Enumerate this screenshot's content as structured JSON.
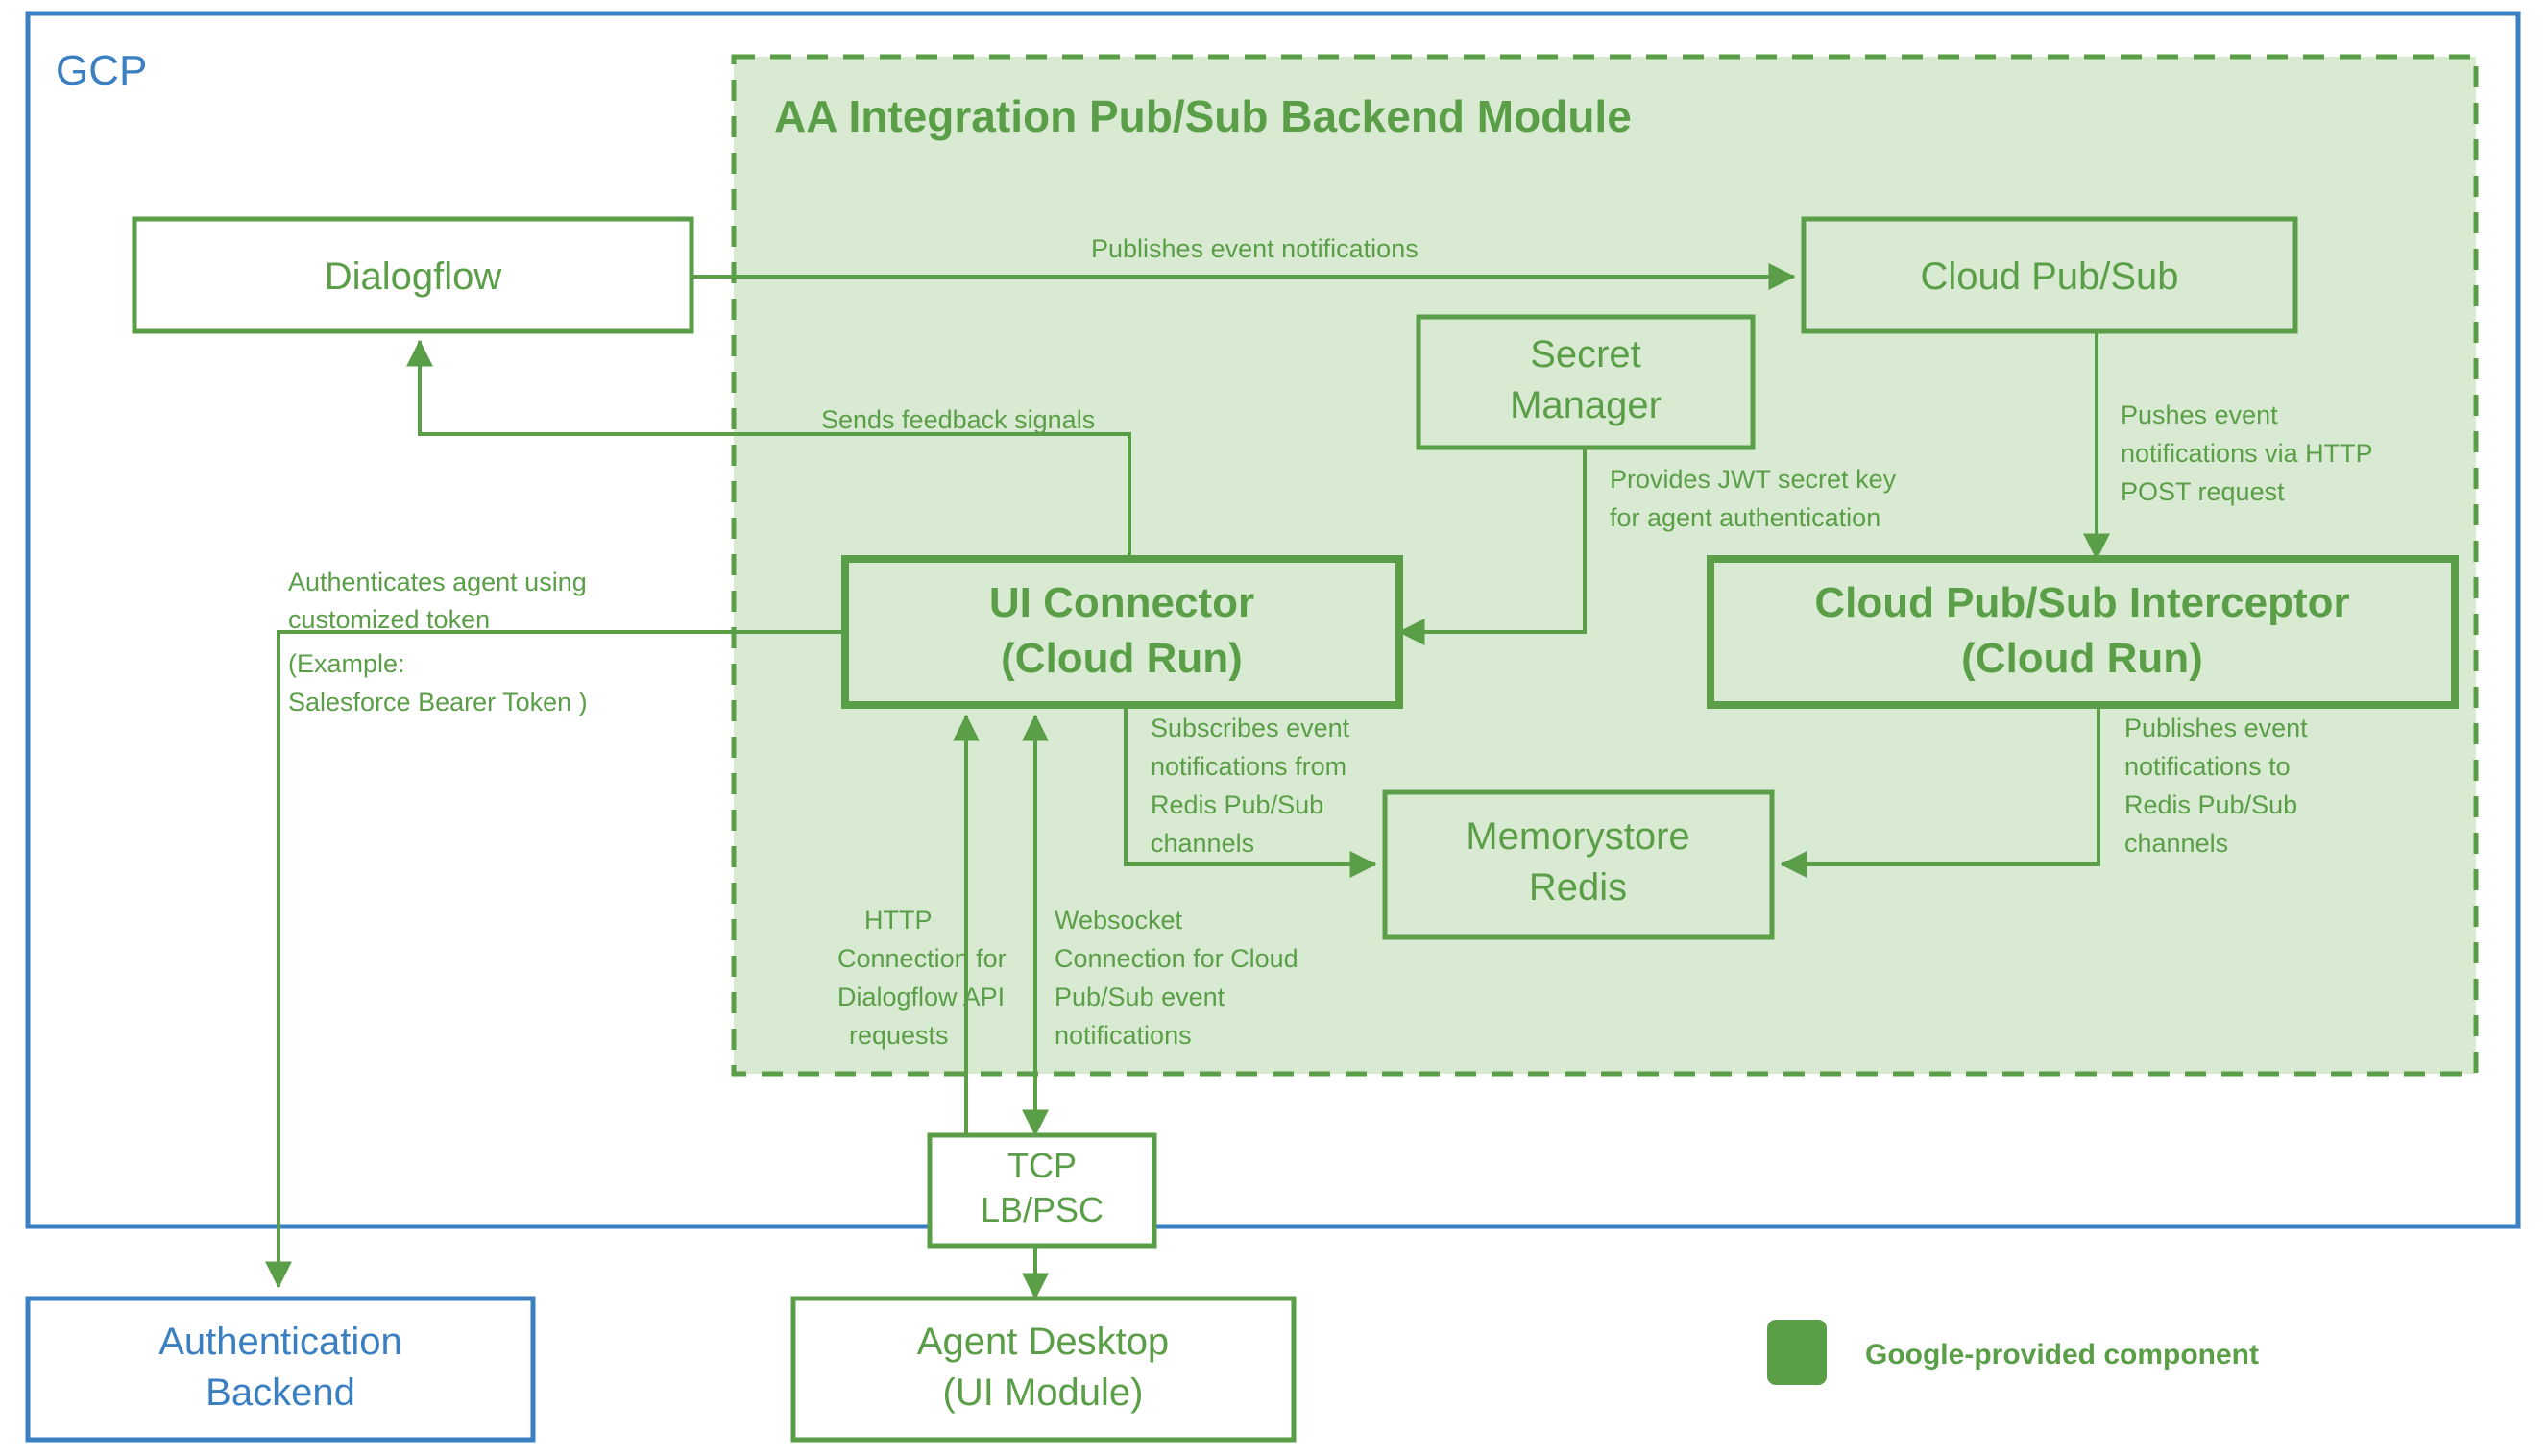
{
  "colors": {
    "green_stroke": "#5a9e47",
    "green_fill": "#d9ead3",
    "blue_stroke": "#3a7fc1",
    "blue_text": "#3a7fc1",
    "white": "#ffffff"
  },
  "cloud_boundary": {
    "label": "GCP"
  },
  "module": {
    "title": "AA Integration Pub/Sub Backend Module"
  },
  "nodes": {
    "dialogflow": {
      "label": "Dialogflow"
    },
    "cloud_pubsub": {
      "label": "Cloud Pub/Sub"
    },
    "secret_manager": {
      "line1": "Secret",
      "line2": "Manager"
    },
    "ui_connector": {
      "line1": "UI Connector",
      "line2": "(Cloud Run)"
    },
    "interceptor": {
      "line1": "Cloud Pub/Sub Interceptor",
      "line2": "(Cloud Run)"
    },
    "memorystore_redis": {
      "line1": "Memorystore",
      "line2": "Redis"
    },
    "tcp_lb_psc": {
      "line1": "TCP",
      "line2": "LB/PSC"
    },
    "agent_desktop": {
      "line1": "Agent Desktop",
      "line2": "(UI Module)"
    },
    "auth_backend": {
      "line1": "Authentication",
      "line2": "Backend"
    }
  },
  "edges": {
    "publishes_event_notifications": {
      "label": "Publishes event notifications"
    },
    "sends_feedback_signals": {
      "label": "Sends feedback signals"
    },
    "pushes_event_http_post": {
      "line1": "Pushes event",
      "line2": "notifications via HTTP",
      "line3": "POST request"
    },
    "provides_jwt_secret": {
      "line1": "Provides JWT secret key",
      "line2": "for agent authentication"
    },
    "authenticates_agent": {
      "line1": "Authenticates agent using",
      "line2": "customized token",
      "line3": "(Example:",
      "line4": "Salesforce Bearer Token )"
    },
    "subscribes_event_notifications": {
      "line1": "Subscribes event",
      "line2": "notifications from",
      "line3": "Redis Pub/Sub",
      "line4": "channels"
    },
    "publishes_to_redis": {
      "line1": "Publishes event",
      "line2": "notifications to",
      "line3": "Redis Pub/Sub",
      "line4": "channels"
    },
    "http_connection_dialogflow": {
      "line1": "HTTP",
      "line2": "Connection for",
      "line3": "Dialogflow API",
      "line4": "requests"
    },
    "websocket_connection_pubsub": {
      "line1": "Websocket",
      "line2": "Connection for Cloud",
      "line3": "Pub/Sub event",
      "line4": "notifications"
    }
  },
  "legend": {
    "swatch_color": "#5a9e47",
    "label": "Google-provided component"
  }
}
